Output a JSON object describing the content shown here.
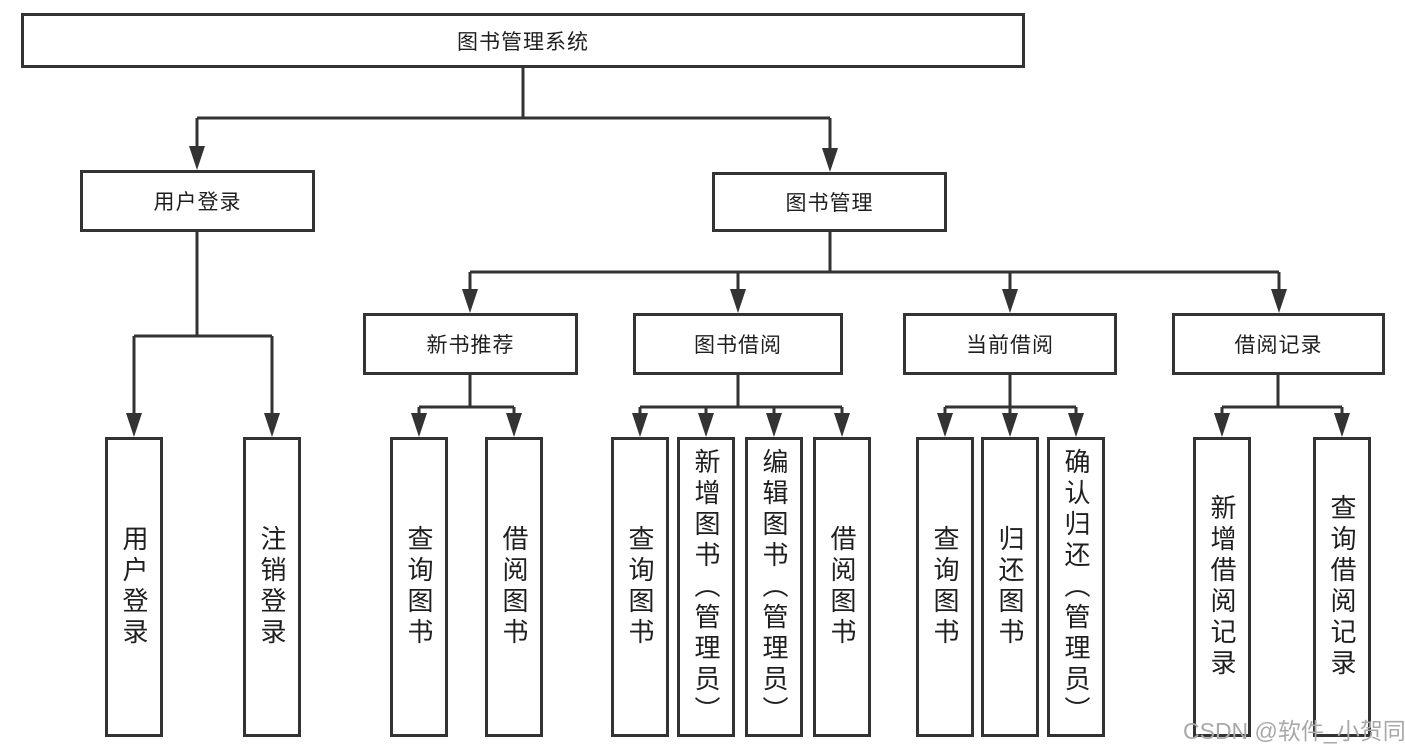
{
  "tree": {
    "label": "图书管理系统",
    "children": [
      {
        "label": "用户登录",
        "children": [
          {
            "label": "用户登录"
          },
          {
            "label": "注销登录"
          }
        ]
      },
      {
        "label": "图书管理",
        "children": [
          {
            "label": "新书推荐",
            "children": [
              {
                "label": "查询图书"
              },
              {
                "label": "借阅图书"
              }
            ]
          },
          {
            "label": "图书借阅",
            "children": [
              {
                "label": "查询图书"
              },
              {
                "label": "新增图书（管理员）"
              },
              {
                "label": "编辑图书（管理员）"
              },
              {
                "label": "借阅图书"
              }
            ]
          },
          {
            "label": "当前借阅",
            "children": [
              {
                "label": "查询图书"
              },
              {
                "label": "归还图书"
              },
              {
                "label": "确认归还（管理员）"
              }
            ]
          },
          {
            "label": "借阅记录",
            "children": [
              {
                "label": "新增借阅记录"
              },
              {
                "label": "查询借阅记录"
              }
            ]
          }
        ]
      }
    ]
  },
  "watermark": {
    "text": "CSDN @软件_小贺同学"
  },
  "colors": {
    "line": "#333333",
    "border": "#333333",
    "text": "#1f1f1f",
    "watermark": "#a9a9a9",
    "background": "#ffffff"
  }
}
